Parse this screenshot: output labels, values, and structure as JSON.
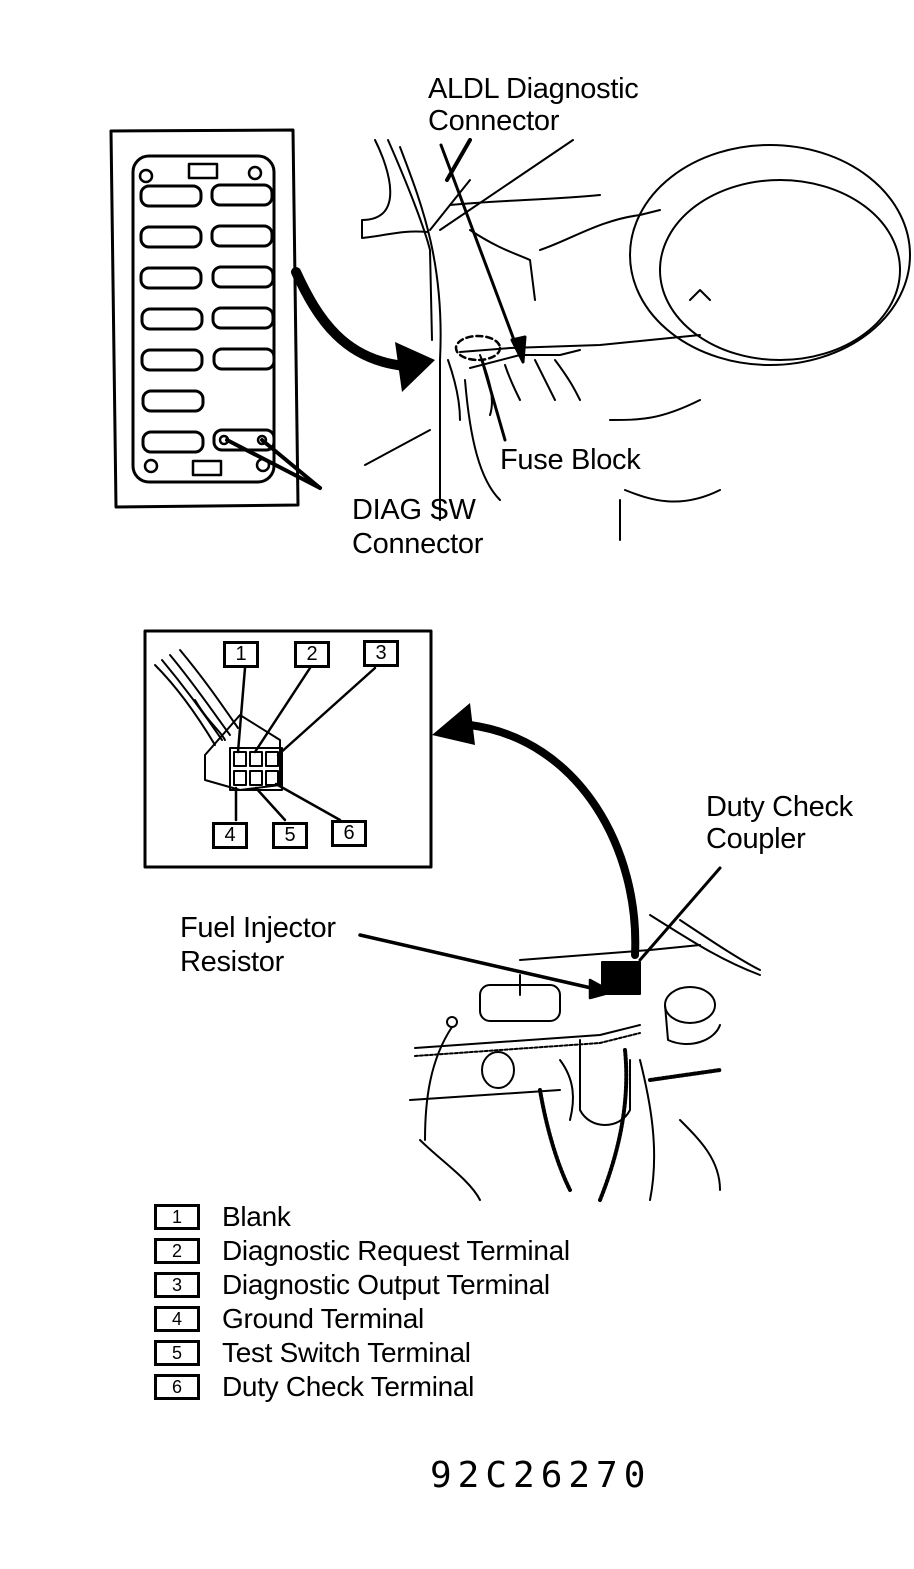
{
  "figure": {
    "id": "92C26270",
    "top_view": {
      "labels": {
        "aldl": [
          "ALDL Diagnostic",
          "Connector"
        ],
        "fuse_block": "Fuse Block",
        "diag_sw": [
          "DIAG SW",
          "Connector"
        ]
      }
    },
    "bottom_view": {
      "labels": {
        "duty_check": [
          "Duty Check",
          "Coupler"
        ],
        "fuel_injector": [
          "Fuel Injector",
          "Resistor"
        ]
      },
      "connector_pins_top": [
        "1",
        "2",
        "3"
      ],
      "connector_pins_bottom": [
        "4",
        "5",
        "6"
      ]
    },
    "legend": [
      {
        "num": "1",
        "text": "Blank"
      },
      {
        "num": "2",
        "text": "Diagnostic Request Terminal"
      },
      {
        "num": "3",
        "text": "Diagnostic Output Terminal"
      },
      {
        "num": "4",
        "text": "Ground Terminal"
      },
      {
        "num": "5",
        "text": "Test Switch Terminal"
      },
      {
        "num": "6",
        "text": "Duty Check Terminal"
      }
    ]
  }
}
